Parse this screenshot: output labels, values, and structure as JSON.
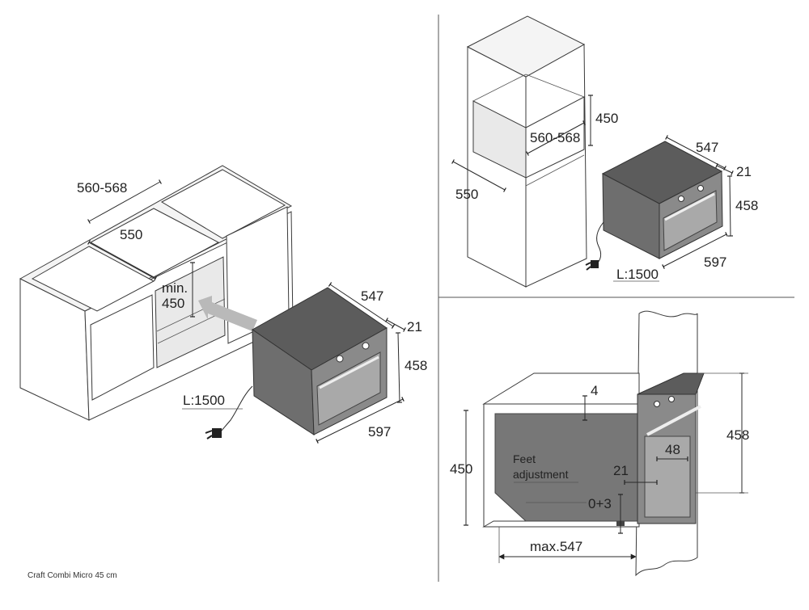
{
  "caption": "Craft Combi Micro 45 cm",
  "left_panel": {
    "width_niche": "560-568",
    "depth_niche": "550",
    "min_label": "min.",
    "min_value": "450",
    "oven_depth": "547",
    "front_thickness": "21",
    "oven_height": "458",
    "oven_width": "597",
    "cable": "L:1500"
  },
  "top_right_panel": {
    "niche_height": "450",
    "width_niche": "560-568",
    "depth_niche": "550",
    "oven_depth": "547",
    "front_thickness": "21",
    "oven_height": "458",
    "oven_width": "597",
    "cable": "L:1500"
  },
  "bottom_right_panel": {
    "gap_top": "4",
    "niche_height": "450",
    "feet_line1": "Feet",
    "feet_line2": "adjustment",
    "feet_range": "0+3",
    "front_thickness": "21",
    "handle_depth": "48",
    "oven_height": "458",
    "max_depth": "max.547"
  }
}
